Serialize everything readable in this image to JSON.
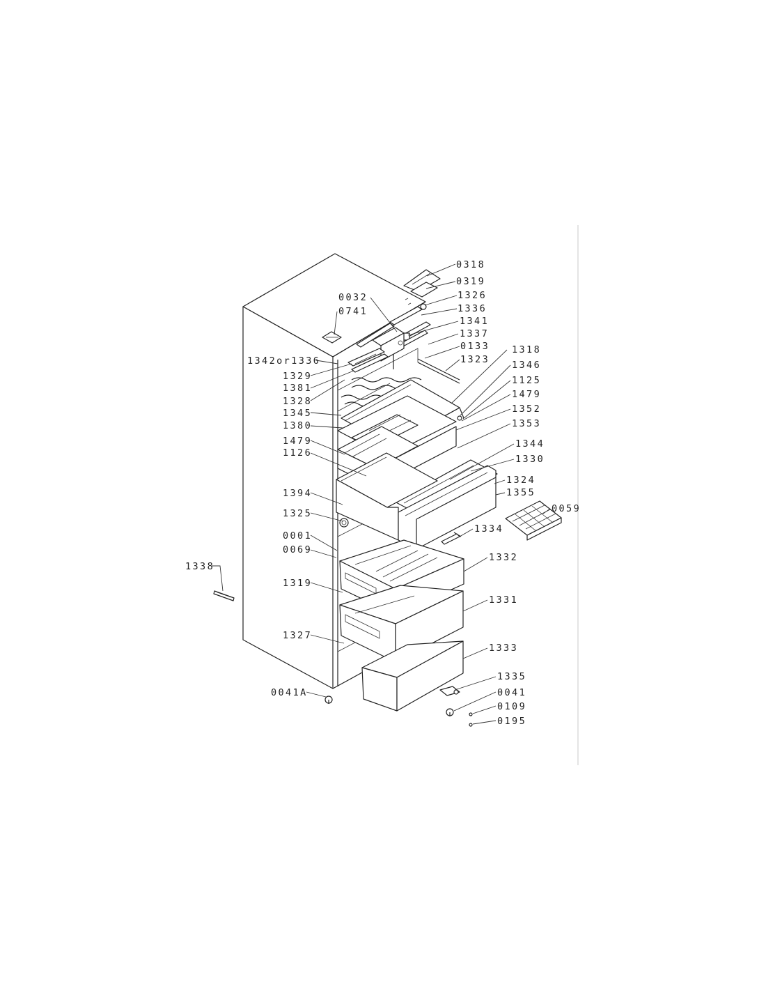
{
  "diagram": {
    "labels": [
      {
        "id": "0318",
        "text": "0318"
      },
      {
        "id": "0319",
        "text": "0319"
      },
      {
        "id": "1326",
        "text": "1326"
      },
      {
        "id": "0032",
        "text": "0032"
      },
      {
        "id": "1336",
        "text": "1336"
      },
      {
        "id": "0741",
        "text": "0741"
      },
      {
        "id": "1341",
        "text": "1341"
      },
      {
        "id": "1337",
        "text": "1337"
      },
      {
        "id": "0133",
        "text": "0133"
      },
      {
        "id": "1318",
        "text": "1318"
      },
      {
        "id": "1342or1336",
        "text": "1342or1336"
      },
      {
        "id": "1323",
        "text": "1323"
      },
      {
        "id": "1346",
        "text": "1346"
      },
      {
        "id": "1329",
        "text": "1329"
      },
      {
        "id": "1381",
        "text": "1381"
      },
      {
        "id": "1125",
        "text": "1125"
      },
      {
        "id": "1328",
        "text": "1328"
      },
      {
        "id": "1479a",
        "text": "1479"
      },
      {
        "id": "1345",
        "text": "1345"
      },
      {
        "id": "1352",
        "text": "1352"
      },
      {
        "id": "1380",
        "text": "1380"
      },
      {
        "id": "1353",
        "text": "1353"
      },
      {
        "id": "1479b",
        "text": "1479"
      },
      {
        "id": "1344",
        "text": "1344"
      },
      {
        "id": "1126",
        "text": "1126"
      },
      {
        "id": "1330",
        "text": "1330"
      },
      {
        "id": "1324",
        "text": "1324"
      },
      {
        "id": "1394",
        "text": "1394"
      },
      {
        "id": "1355",
        "text": "1355"
      },
      {
        "id": "0059",
        "text": "0059"
      },
      {
        "id": "1325",
        "text": "1325"
      },
      {
        "id": "1334",
        "text": "1334"
      },
      {
        "id": "0001",
        "text": "0001"
      },
      {
        "id": "0069",
        "text": "0069"
      },
      {
        "id": "1332",
        "text": "1332"
      },
      {
        "id": "1338",
        "text": "1338"
      },
      {
        "id": "1319",
        "text": "1319"
      },
      {
        "id": "1331",
        "text": "1331"
      },
      {
        "id": "1327",
        "text": "1327"
      },
      {
        "id": "1333",
        "text": "1333"
      },
      {
        "id": "1335",
        "text": "1335"
      },
      {
        "id": "0041A",
        "text": "0041A"
      },
      {
        "id": "0041",
        "text": "0041"
      },
      {
        "id": "0109",
        "text": "0109"
      },
      {
        "id": "0195",
        "text": "0195"
      }
    ]
  }
}
